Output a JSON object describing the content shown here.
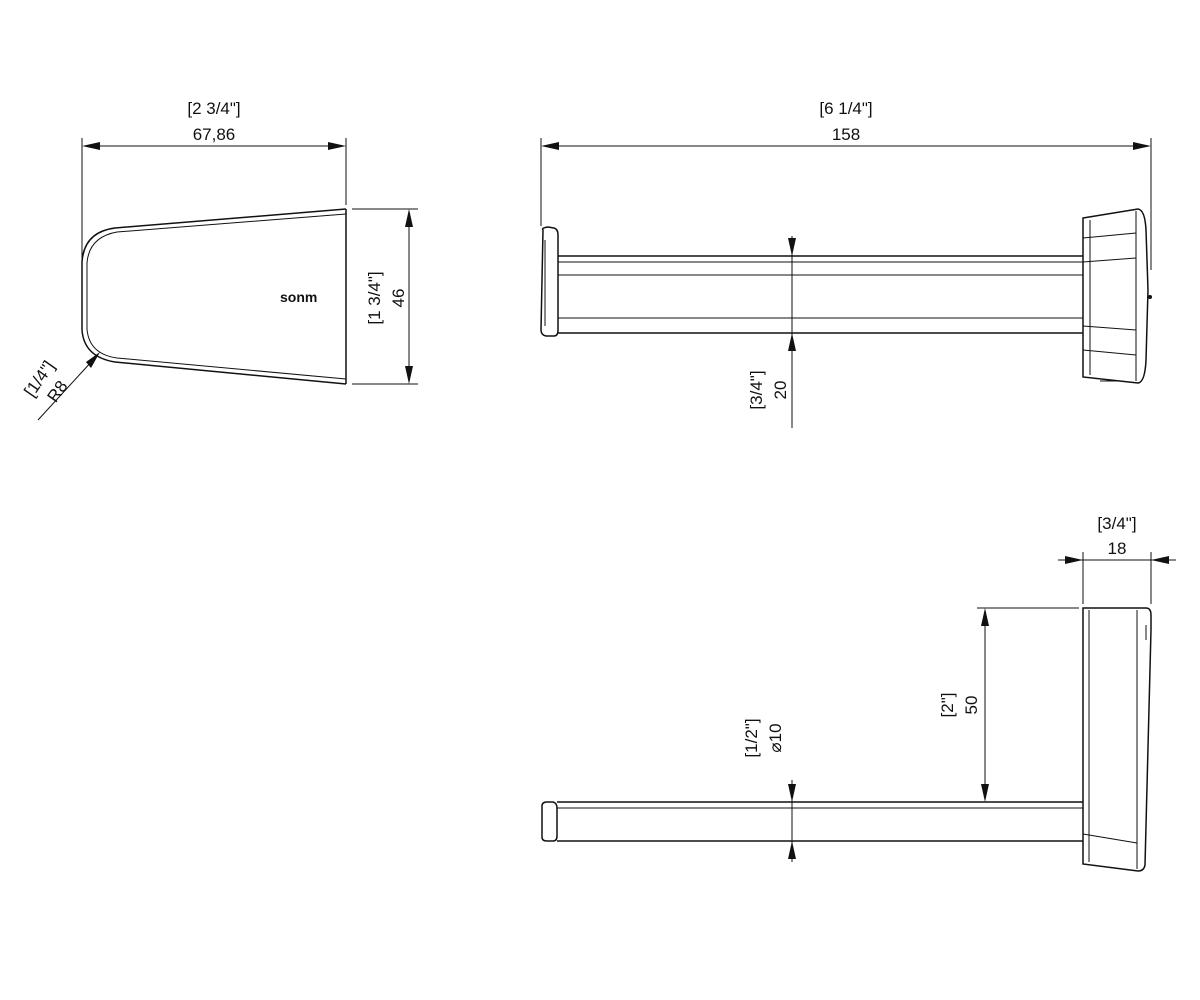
{
  "views": {
    "top": {
      "width_in": "2 3/4\"",
      "width_mm": "67,86",
      "height_in": "1 3/4\"",
      "height_mm": "46",
      "radius_in": "1/4\"",
      "radius_mm": "R8",
      "logo": "sonm"
    },
    "front": {
      "length_in": "6 1/4\"",
      "length_mm": "158",
      "bar_in": "3/4\"",
      "bar_mm": "20"
    },
    "side": {
      "depth_in": "3/4\"",
      "depth_mm": "18",
      "offset_in": "2\"",
      "offset_mm": "50",
      "diameter_in": "1/2\"",
      "diameter_mm": "⌀10"
    }
  }
}
